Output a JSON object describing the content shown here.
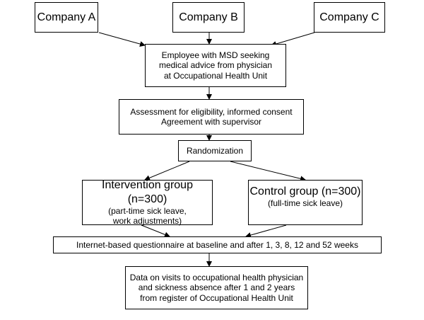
{
  "companies": {
    "a": "Company A",
    "b": "Company B",
    "c": "Company C"
  },
  "employee": {
    "line1": "Employee with MSD seeking",
    "line2": "medical advice from physician",
    "line3": "at Occupational Health Unit"
  },
  "assessment": {
    "line1": "Assessment for eligibility, informed consent",
    "line2": "Agreement with supervisor"
  },
  "randomization": "Randomization",
  "intervention": {
    "title": "Intervention group (n=300)",
    "line1": "(part-time sick leave,",
    "line2": "work adjustments)"
  },
  "control": {
    "title": "Control group (n=300)",
    "line1": "(full-time sick leave)"
  },
  "questionnaire": "Internet-based questionnaire at baseline and after 1, 3, 8, 12 and 52 weeks",
  "data_box": {
    "line1": "Data on visits to occupational health physician",
    "line2": "and sickness absence after 1 and 2 years",
    "line3": "from register of Occupational Health Unit"
  }
}
